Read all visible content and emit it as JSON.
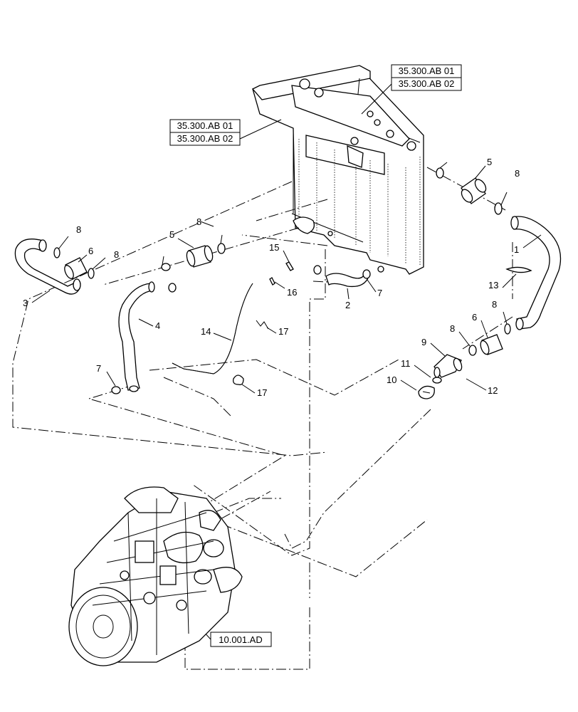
{
  "section_refs": {
    "radiator_top": [
      "35.300.AB 01",
      "35.300.AB 02"
    ],
    "radiator_left": [
      "35.300.AB 01",
      "35.300.AB 02"
    ],
    "engine": "10.001.AD"
  },
  "callouts": {
    "c1": "1",
    "c2": "2",
    "c3": "3",
    "c4": "4",
    "c5_right": "5",
    "c5_left": "5",
    "c6_left": "6",
    "c6_right": "6",
    "c7_left": "7",
    "c7_mid": "7",
    "c8_a": "8",
    "c8_b": "8",
    "c8_c": "8",
    "c8_d": "8",
    "c8_e": "8",
    "c8_f": "8",
    "c9": "9",
    "c10": "10",
    "c11": "11",
    "c12": "12",
    "c13": "13",
    "c14": "14",
    "c15": "15",
    "c16": "16",
    "c17_a": "17",
    "c17_b": "17"
  }
}
